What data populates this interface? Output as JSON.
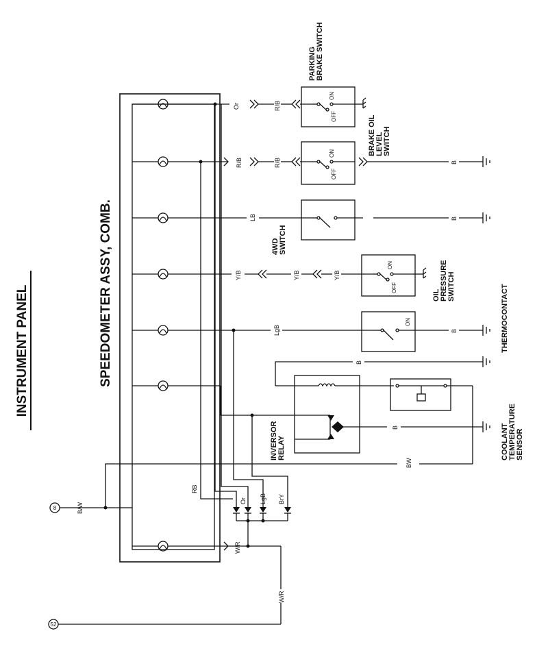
{
  "page_title": "INSTRUMENT PANEL",
  "speedometer_label": "SPEEDOMETER ASSY, COMB.",
  "components": {
    "parking_brake_switch": [
      "PARKING",
      "BRAKE SWITCH"
    ],
    "brake_oil_level_switch": [
      "BRAKE OIL",
      "LEVEL",
      "SWITCH"
    ],
    "fourwd_switch": [
      "4WD",
      "SWITCH"
    ],
    "oil_pressure_switch": [
      "OIL",
      "PRESSURE",
      "SWITCH"
    ],
    "thermocontact": [
      "THERMOCONTACT"
    ],
    "inversor_relay": [
      "INVERSOR",
      "RELAY"
    ],
    "coolant_temperature_sensor": [
      "COOLANT",
      "TEMPERATURE",
      "SENSOR"
    ]
  },
  "switch_states": {
    "on": "ON",
    "off": "OFF"
  },
  "connectors": {
    "top": "8",
    "bottom": "52"
  },
  "wire_colors": {
    "or": "Or",
    "rb_slash": "R/B",
    "lb": "LB",
    "yb": "Y/B",
    "lgb": "LgB",
    "b": "B",
    "bw": "BW",
    "b_w": "B/W",
    "w_r": "W/R",
    "rb": "RB",
    "bry": "BrY"
  }
}
